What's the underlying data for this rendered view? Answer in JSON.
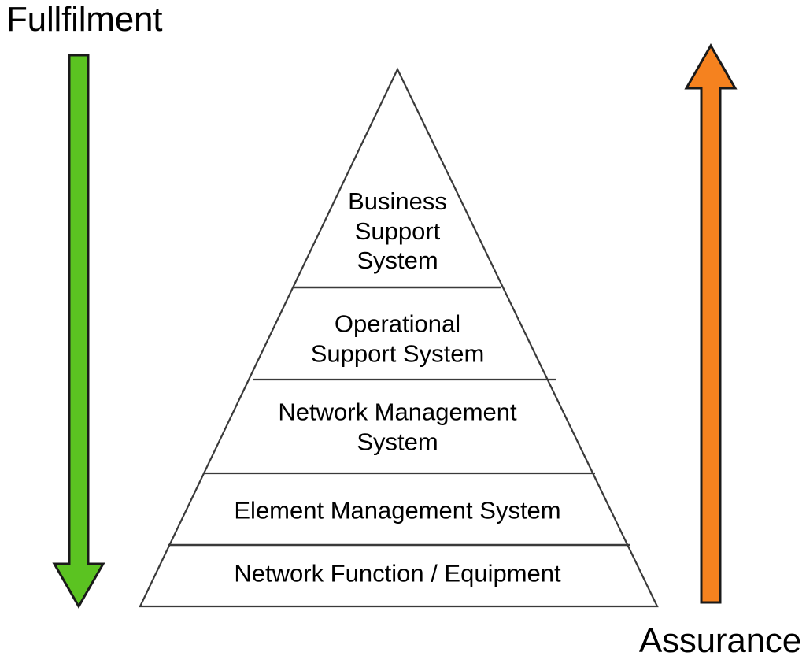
{
  "diagram": {
    "title_left": "Fullfilment",
    "title_right": "Assurance",
    "pyramid": {
      "name": "telecom-management-layers-pyramid",
      "tiers": [
        {
          "id": "business-support-system",
          "label": "Business\nSupport\nSystem",
          "level": 1
        },
        {
          "id": "operational-support-system",
          "label": "Operational\nSupport System",
          "level": 2
        },
        {
          "id": "network-management-system",
          "label": "Network Management\nSystem",
          "level": 3
        },
        {
          "id": "element-management-system",
          "label": "Element Management System",
          "level": 4
        },
        {
          "id": "network-function-equipment",
          "label": "Network Function / Equipment",
          "level": 5
        }
      ]
    },
    "arrows": [
      {
        "id": "fullfilment-arrow",
        "direction": "down",
        "color": "#5BC321",
        "stroke": "#1a1a1a",
        "label": "Fullfilment"
      },
      {
        "id": "assurance-arrow",
        "direction": "up",
        "color": "#F5821F",
        "stroke": "#1a1a1a",
        "label": "Assurance"
      }
    ],
    "colors": {
      "background": "#ffffff",
      "outline": "#3a3a3a",
      "text": "#000000",
      "green": "#5BC321",
      "orange": "#F5821F"
    }
  }
}
